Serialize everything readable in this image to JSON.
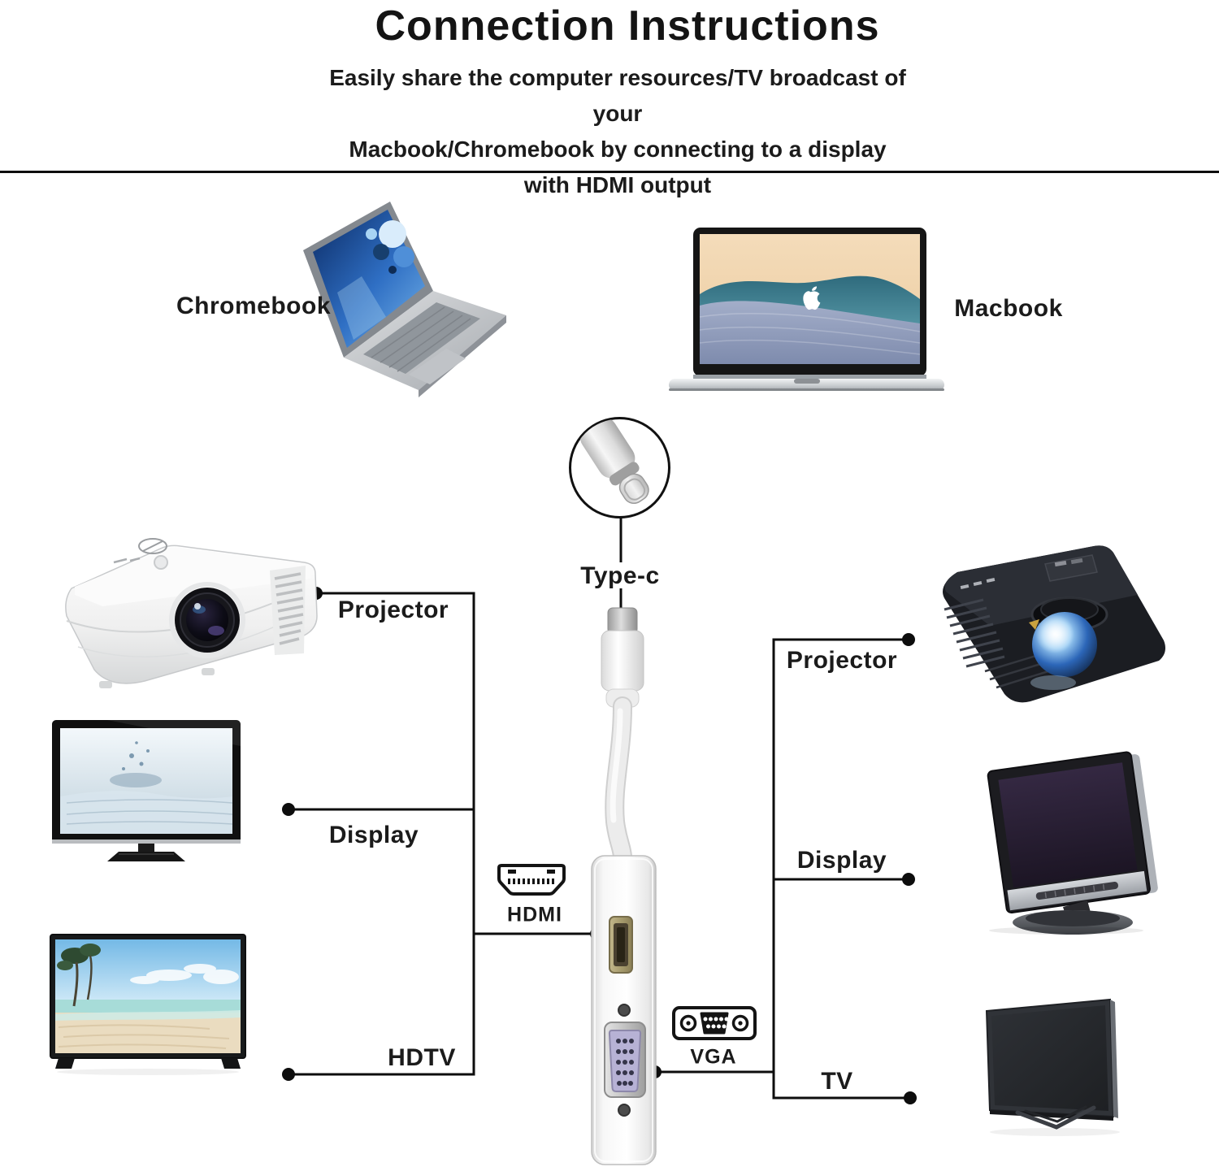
{
  "header": {
    "title": "Connection Instructions",
    "subtitle_line1": "Easily share the computer resources/TV broadcast of your",
    "subtitle_line2": "Macbook/Chromebook by connecting to a display",
    "subtitle_line3": "with HDMI output"
  },
  "sources": {
    "chromebook_label": "Chromebook",
    "macbook_label": "Macbook"
  },
  "adapter": {
    "typec_label": "Type-c",
    "hdmi_label": "HDMI",
    "vga_label": "VGA"
  },
  "left_outputs": {
    "projector_label": "Projector",
    "display_label": "Display",
    "hdtv_label": "HDTV"
  },
  "right_outputs": {
    "projector_label": "Projector",
    "display_label": "Display",
    "tv_label": "TV"
  },
  "colors": {
    "background": "#ffffff",
    "line": "#0d0d0d",
    "text": "#1b1b1b"
  }
}
